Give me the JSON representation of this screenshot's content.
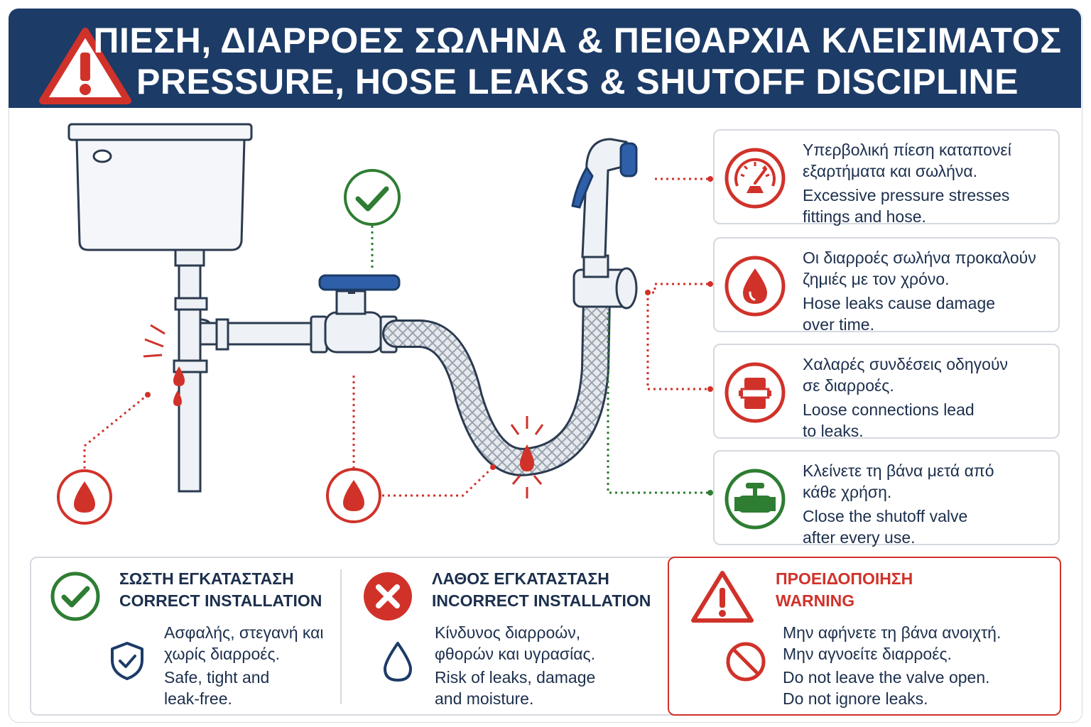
{
  "header": {
    "title_gr": "ΠΙΕΣΗ, ΔΙΑΡΡΟΕΣ ΣΩΛΗΝΑ & ΠΕΙΘΑΡΧΙΑ ΚΛΕΙΣΙΜΑΤΟΣ",
    "title_en": "PRESSURE, HOSE LEAKS & SHUTOFF DISCIPLINE"
  },
  "info_boxes": [
    {
      "icon": "pressure-gauge-icon",
      "color": "#d0322a",
      "gr1": "Υπερβολική πίεση καταπονεί",
      "gr2": "εξαρτήματα και σωλήνα.",
      "en1": "Excessive pressure stresses",
      "en2": "fittings and hose."
    },
    {
      "icon": "water-drop-icon",
      "color": "#d0322a",
      "gr1": "Οι διαρροές σωλήνα προκαλούν",
      "gr2": "ζημιές με τον χρόνο.",
      "en1": "Hose leaks cause damage",
      "en2": "over time."
    },
    {
      "icon": "loose-connector-icon",
      "color": "#d0322a",
      "gr1": "Χαλαρές συνδέσεις οδηγούν",
      "gr2": "σε διαρροές.",
      "en1": "Loose connections lead",
      "en2": "to leaks."
    },
    {
      "icon": "shutoff-valve-icon",
      "color": "#2e7d32",
      "gr1": "Κλείνετε τη βάνα μετά από",
      "gr2": "κάθε χρήση.",
      "en1": "Close the shutoff valve",
      "en2": "after every use."
    }
  ],
  "correct": {
    "head_gr": "ΣΩΣΤΗ ΕΓΚΑΤΑΣΤΑΣΗ",
    "head_en": "CORRECT INSTALLATION",
    "text_gr1": "Ασφαλής, στεγανή και",
    "text_gr2": "χωρίς διαρροές.",
    "text_en1": "Safe, tight and",
    "text_en2": "leak-free."
  },
  "incorrect": {
    "head_gr": "ΛΑΘΟΣ ΕΓΚΑΤΑΣΤΑΣΗ",
    "head_en": "INCORRECT INSTALLATION",
    "text_gr1": "Κίνδυνος διαρροών,",
    "text_gr2": "φθορών και υγρασίας.",
    "text_en1": "Risk of leaks, damage",
    "text_en2": "and moisture."
  },
  "warning": {
    "head_gr": "ΠΡΟΕΙΔΟΠΟΙΗΣΗ",
    "head_en": "WARNING",
    "text_gr1": "Μην αφήνετε τη βάνα ανοιχτή.",
    "text_gr2": "Μην αγνοείτε διαρροές.",
    "text_en1": "Do not leave the valve open.",
    "text_en2": "Do not ignore leaks."
  },
  "colors": {
    "navy": "#1c3b67",
    "red": "#d0322a",
    "green": "#2e7d32",
    "blue": "#2f5fa8"
  }
}
